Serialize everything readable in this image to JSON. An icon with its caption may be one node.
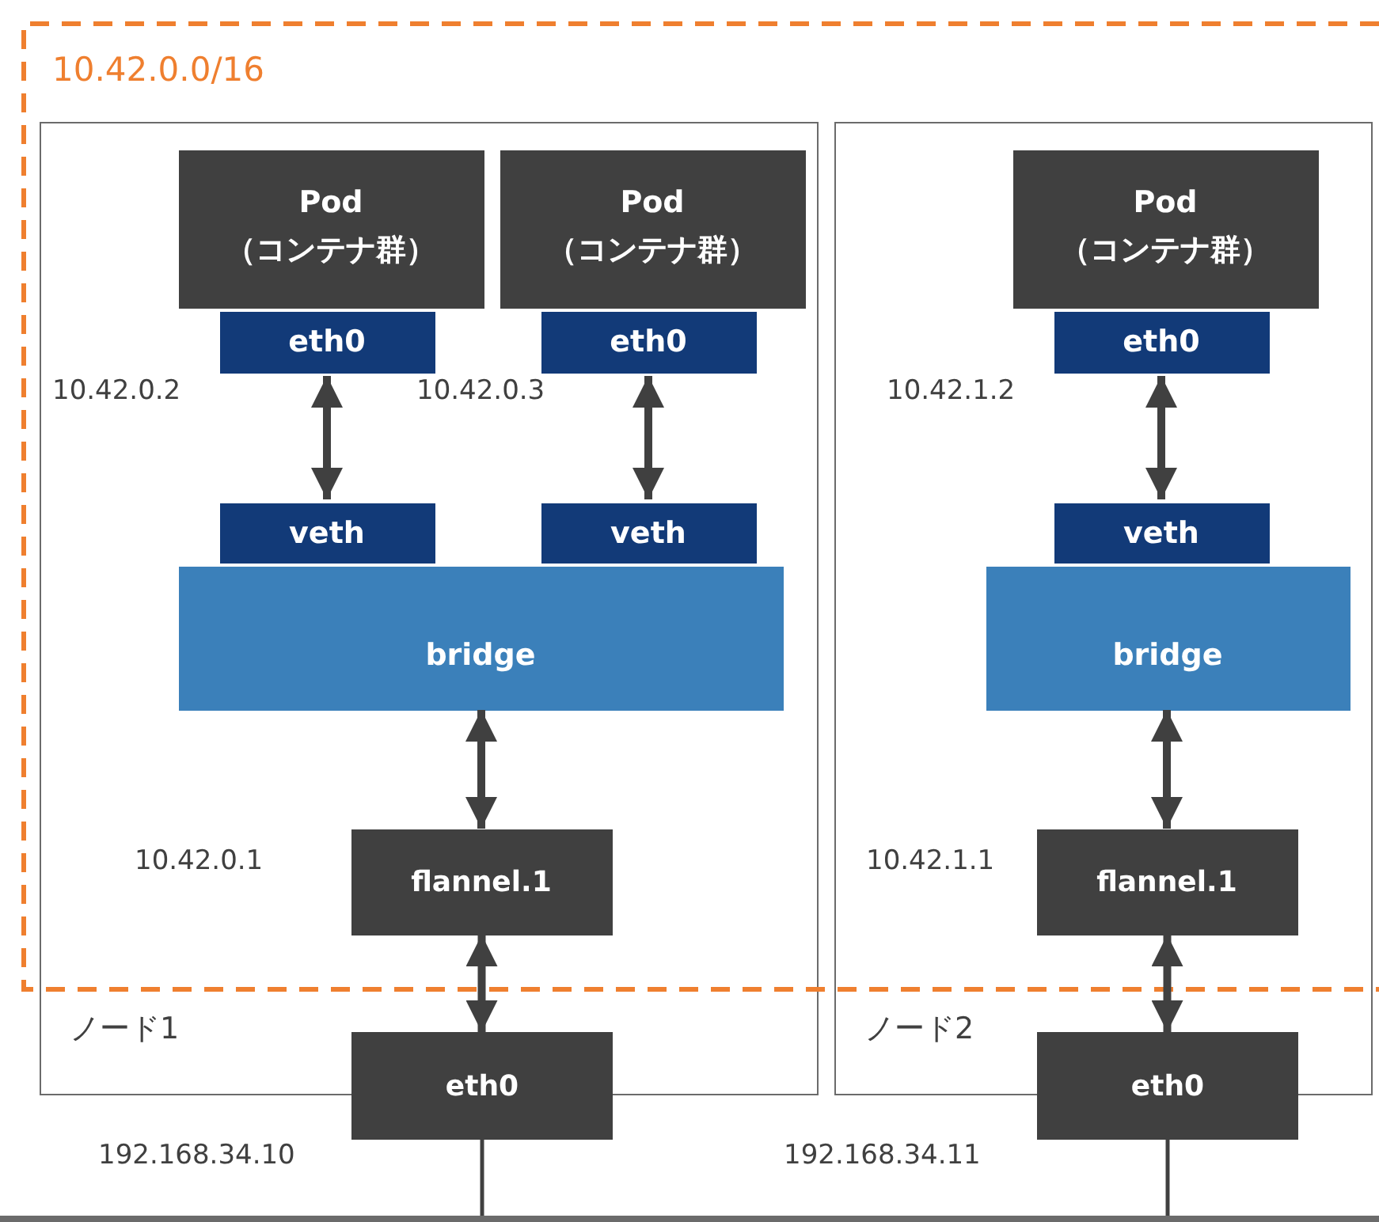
{
  "diagram": {
    "nodes": [
      {
        "text": [
          "ノード1"
        ]
      },
      {
        "text": [
          "Pod（コンテナ群）"
        ],
        "in": 0
      },
      {
        "text": [
          "eth0"
        ],
        "in": 0,
        "beside": [
          "10.42.0.2"
        ]
      },
      {
        "text": [
          "Pod（コンテナ群）"
        ],
        "in": 0
      },
      {
        "text": [
          "eth0"
        ],
        "in": 0,
        "beside": [
          "10.42.0.3"
        ]
      },
      {
        "text": [
          "bridge"
        ],
        "in": 0
      },
      {
        "text": [
          "veth"
        ],
        "in": 0
      },
      {
        "text": [
          "veth"
        ],
        "in": 0
      },
      {
        "text": [
          "flannel.1"
        ],
        "in": 0,
        "beside": [
          "10.42.0.1"
        ]
      },
      {
        "text": [
          "eth0"
        ],
        "beside": [
          "192.168.34.10"
        ]
      },
      {
        "text": [
          "ノード2"
        ]
      },
      {
        "text": [
          "Pod（コンテナ群）"
        ],
        "in": 10
      },
      {
        "text": [
          "eth0"
        ],
        "in": 10,
        "beside": [
          "10.42.1.2"
        ]
      },
      {
        "text": [
          "bridge"
        ],
        "in": 10
      },
      {
        "text": [
          "veth"
        ],
        "in": 10
      },
      {
        "text": [
          "flannel.1"
        ],
        "in": 10,
        "beside": [
          "10.42.1.1"
        ]
      },
      {
        "text": [
          "eth0"
        ],
        "beside": [
          "192.168.34.11"
        ]
      },
      {
        "text": [],
        "shape": "bar"
      }
    ],
    "edges": [
      {
        "from": 2,
        "to": 6,
        "arrow": "both"
      },
      {
        "from": 4,
        "to": 7,
        "arrow": "both"
      },
      {
        "from": 5,
        "to": 8,
        "arrow": "both"
      },
      {
        "from": 8,
        "to": 9,
        "arrow": "both"
      },
      {
        "from": 12,
        "to": 14,
        "arrow": "both"
      },
      {
        "from": 13,
        "to": 15,
        "arrow": "both"
      },
      {
        "from": 15,
        "to": 16,
        "arrow": "both"
      },
      {
        "from": 9,
        "to": 17,
        "arrow": "none"
      },
      {
        "from": 16,
        "to": 17,
        "arrow": "none"
      }
    ],
    "labels": [
      "10.42.0.0/16"
    ]
  }
}
